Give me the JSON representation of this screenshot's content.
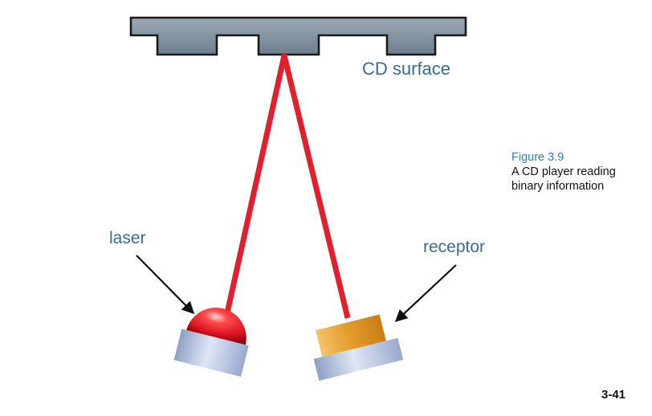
{
  "labels": {
    "cd_surface": "CD surface",
    "laser": "laser",
    "receptor": "receptor"
  },
  "caption": {
    "figure": "Figure 3.9",
    "line1": "A CD player reading",
    "line2": "binary information"
  },
  "page_number": "3-41",
  "colors": {
    "surface": "#7d8e9c",
    "beam": "#e0202c",
    "label": "#3a6b96",
    "caption_accent": "#2e7bbf",
    "laser_dome": "#e0202c",
    "receptor_body": "#e8a43a",
    "base": "#a8b8d8"
  }
}
